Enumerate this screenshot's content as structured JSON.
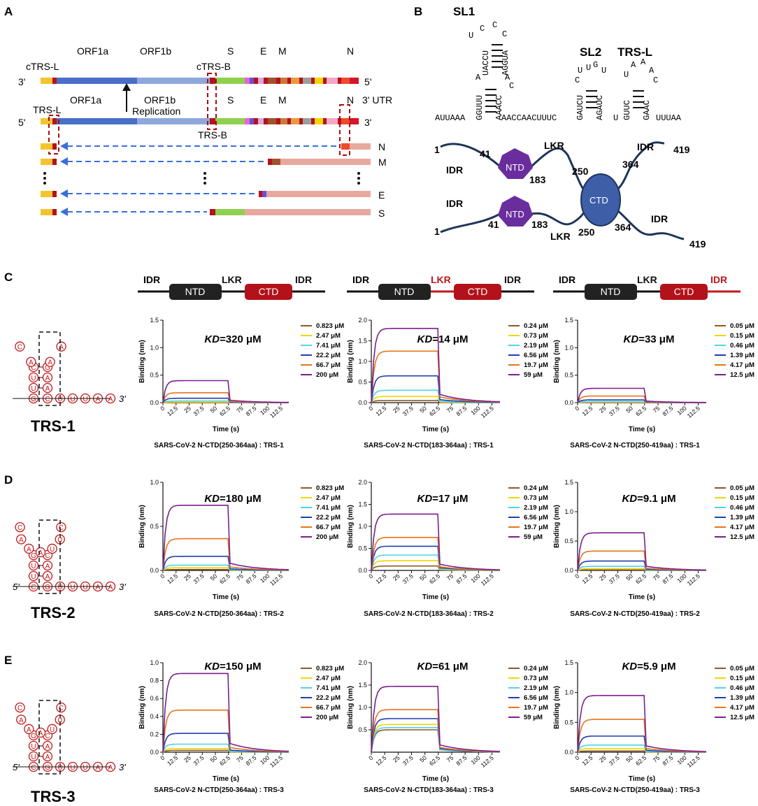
{
  "panels": {
    "A": {
      "label": "A",
      "genome_top": {
        "left_end": "3'",
        "right_end": "5'",
        "ctrs_l": "cTRS-L",
        "ctrs_b": "cTRS-B",
        "orf1a": "ORF1a",
        "orf1b": "ORF1b",
        "S": "S",
        "E": "E",
        "M": "M",
        "N": "N"
      },
      "genome_bottom": {
        "left_end": "5'",
        "right_end": "3'",
        "trs_l": "TRS-L",
        "trs_b": "TRS-B",
        "orf1a": "ORF1a",
        "orf1b": "ORF1b",
        "replication": "Replication",
        "S": "S",
        "E": "E",
        "M": "M",
        "N": "N",
        "utr": "3' UTR"
      },
      "subgenomic": [
        "N",
        "M",
        "E",
        "S"
      ],
      "colors": {
        "yellow": "#f4c430",
        "red": "#b5121b",
        "blue_dark": "#4a6fc8",
        "blue_light": "#8ea8dd",
        "green": "#8fd14f",
        "pink": "#f0a7a0",
        "salmon": "#e8a8a0",
        "dash": "#3b6fd6"
      }
    },
    "B": {
      "label": "B",
      "sl1": "SL1",
      "sl2": "SL2",
      "trsl": "TRS-L",
      "seq_base": "AUUAAA",
      "seq_mid": "AACCAACUUUC",
      "seq_end": "UUUAA",
      "sl1_stem_left": "GGUUU",
      "sl1_stem_right": "AAACC",
      "sl1_upper_left": "UACCU",
      "sl1_upper_right": "AGGUA",
      "sl1_bulge": "A",
      "sl1_bulge_right": "A",
      "sl1_bulge_right2": "C",
      "sl1_loop": [
        "U",
        "C",
        "C",
        "C"
      ],
      "sl2_left": "GAUCU",
      "sl2_right": "AGAUC",
      "sl2_loop": [
        "U",
        "U",
        "G",
        "U"
      ],
      "sl2_cl": "C",
      "trs_left": "GUUC",
      "trs_right": "GAAC",
      "trs_loop": [
        "U",
        "A",
        "A",
        "A",
        "C"
      ],
      "trs_mid_u": "U",
      "domain_top": {
        "n1": "1",
        "n41": "41",
        "lkr": "LKR",
        "n250": "250",
        "n364": "364",
        "idr1": "IDR",
        "n419": "419",
        "ntd": "NTD",
        "n183": "183",
        "idr_left": "IDR"
      },
      "domain_bottom": {
        "idr_left": "IDR",
        "ntd": "NTD",
        "cd": "CTD",
        "n1": "1",
        "n41": "41",
        "n183": "183",
        "lkr": "LKR",
        "n250": "250",
        "n364": "364",
        "idr_right": "IDR",
        "n419": "419"
      },
      "colors": {
        "ntd": "#6a2d9e",
        "ctd": "#3e5ea8",
        "line": "#1f3559"
      }
    },
    "C": {
      "label": "C",
      "trs_name": "TRS-1"
    },
    "D": {
      "label": "D",
      "trs_name": "TRS-2"
    },
    "E": {
      "label": "E",
      "trs_name": "TRS-3"
    },
    "constructs": [
      {
        "idr1": "IDR",
        "ntd": "NTD",
        "lkr": "LKR",
        "ctd": "CTD",
        "idr2": "IDR",
        "lkr_red": false,
        "idr2_red": false
      },
      {
        "idr1": "IDR",
        "ntd": "NTD",
        "lkr": "LKR",
        "ctd": "CTD",
        "idr2": "IDR",
        "lkr_red": true,
        "idr2_red": false
      },
      {
        "idr1": "IDR",
        "ntd": "NTD",
        "lkr": "LKR",
        "ctd": "CTD",
        "idr2": "IDR",
        "lkr_red": false,
        "idr2_red": true
      }
    ],
    "rna": {
      "trs1": {
        "loop": [
          "A",
          "A",
          "A",
          "C"
        ],
        "stem_left": [
          "G",
          "U",
          "U",
          "C"
        ],
        "stem_right": [
          "C",
          "A",
          "A",
          "G"
        ],
        "tail": [
          "U",
          "U",
          "U",
          "A",
          "A"
        ],
        "end": "3'"
      },
      "trs2": {
        "loop": [
          "U",
          "A",
          "A",
          "A",
          "C"
        ],
        "loop_left": [
          "C",
          "U"
        ],
        "stem_left": [
          "C",
          "U",
          "U",
          "G"
        ],
        "stem_right": [
          "G",
          "A",
          "A",
          "C"
        ],
        "tail": [
          "U",
          "U",
          "U",
          "A",
          "A"
        ],
        "start": "5'",
        "end": "3'"
      },
      "trs3": {
        "loop": [
          "U",
          "A",
          "A",
          "A",
          "C"
        ],
        "loop_left": [
          "C",
          "U"
        ],
        "stem_left": [
          "C",
          "U",
          "U",
          "G"
        ],
        "stem_right": [
          "G",
          "A",
          "A",
          "C"
        ],
        "tail": [
          "U",
          "U",
          "U",
          "A",
          "A"
        ],
        "start": "5'",
        "end": "3'"
      }
    }
  },
  "chart_data": [
    {
      "type": "line",
      "row": "C",
      "col": 0,
      "kd": "KD=320 μM",
      "kd_prefix": "KD",
      "kd_rest": "=320 μM",
      "xlabel": "Time (s)",
      "ylabel": "Binding (nm)",
      "xlim": [
        0,
        120
      ],
      "ylim": [
        0,
        1.5
      ],
      "yticks": [
        "0.0",
        "0.5",
        "1.0",
        "1.5"
      ],
      "xticks": [
        "0",
        "12.5",
        "25",
        "37.5",
        "50",
        "62.5",
        "75",
        "87.5",
        "100",
        "112.5"
      ],
      "caption": "SARS-CoV-2 N-CTD(250-364aa) : TRS-1",
      "series": [
        {
          "name": "0.823 μM",
          "plateau": 0.0
        },
        {
          "name": "2.47 μM",
          "plateau": 0.01
        },
        {
          "name": "7.41 μM",
          "plateau": 0.03
        },
        {
          "name": "22.2 μM",
          "plateau": 0.08
        },
        {
          "name": "66.7 μM",
          "plateau": 0.18
        },
        {
          "name": "200 μM",
          "plateau": 0.4
        }
      ]
    },
    {
      "type": "line",
      "row": "C",
      "col": 1,
      "kd": "KD=14 μM",
      "kd_prefix": "KD",
      "kd_rest": "=14 μM",
      "xlabel": "Time (s)",
      "ylabel": "Binding (nm)",
      "xlim": [
        0,
        120
      ],
      "ylim": [
        0,
        2.0
      ],
      "yticks": [
        "0.0",
        "0.5",
        "1.0",
        "1.5",
        "2.0"
      ],
      "xticks": [
        "0",
        "12.5",
        "25",
        "37.5",
        "50",
        "62.5",
        "75",
        "87.5",
        "100",
        "112.5"
      ],
      "caption": "SARS-CoV-2 N-CTD(183-364aa) : TRS-1",
      "series": [
        {
          "name": "0.24 μM",
          "plateau": 0.05
        },
        {
          "name": "0.73 μM",
          "plateau": 0.15
        },
        {
          "name": "2.19 μM",
          "plateau": 0.3
        },
        {
          "name": "6.56 μM",
          "plateau": 0.65
        },
        {
          "name": "19.7 μM",
          "plateau": 1.25
        },
        {
          "name": "59 μM",
          "plateau": 1.8
        }
      ]
    },
    {
      "type": "line",
      "row": "C",
      "col": 2,
      "kd": "KD=33 μM",
      "kd_prefix": "KD",
      "kd_rest": "=33 μM",
      "xlabel": "Time (s)",
      "ylabel": "Binding (nm)",
      "xlim": [
        0,
        120
      ],
      "ylim": [
        0,
        1.5
      ],
      "yticks": [
        "0.0",
        "0.5",
        "1.0",
        "1.5"
      ],
      "xticks": [
        "0",
        "12.5",
        "25",
        "37.5",
        "50",
        "62.5",
        "75",
        "87.5",
        "100",
        "112.5"
      ],
      "caption": "SARS-CoV-2 N-CTD(250-419aa) : TRS-1",
      "series": [
        {
          "name": "0.05 μM",
          "plateau": 0.0
        },
        {
          "name": "0.15 μM",
          "plateau": 0.01
        },
        {
          "name": "0.46 μM",
          "plateau": 0.02
        },
        {
          "name": "1.39 μM",
          "plateau": 0.05
        },
        {
          "name": "4.17 μM",
          "plateau": 0.12
        },
        {
          "name": "12.5 μM",
          "plateau": 0.26
        }
      ]
    },
    {
      "type": "line",
      "row": "D",
      "col": 0,
      "kd": "KD=180 μM",
      "kd_prefix": "KD",
      "kd_rest": "=180 μM",
      "xlabel": "Time (s)",
      "ylabel": "Binding (nm)",
      "xlim": [
        0,
        120
      ],
      "ylim": [
        0,
        1.0
      ],
      "yticks": [
        "0.0",
        "0.5",
        "1.0"
      ],
      "xticks": [
        "0",
        "12.5",
        "25",
        "37.5",
        "50",
        "62.5",
        "75",
        "87.5",
        "100",
        "112.5"
      ],
      "caption": "SARS-CoV-2 N-CTD(250-364aa) : TRS-2",
      "series": [
        {
          "name": "0.823 μM",
          "plateau": 0.01
        },
        {
          "name": "2.47 μM",
          "plateau": 0.03
        },
        {
          "name": "7.41 μM",
          "plateau": 0.06
        },
        {
          "name": "22.2 μM",
          "plateau": 0.16
        },
        {
          "name": "66.7 μM",
          "plateau": 0.36
        },
        {
          "name": "200 μM",
          "plateau": 0.74
        }
      ]
    },
    {
      "type": "line",
      "row": "D",
      "col": 1,
      "kd": "KD=17 μM",
      "kd_prefix": "KD",
      "kd_rest": "=17 μM",
      "xlabel": "Time (s)",
      "ylabel": "Binding (nm)",
      "xlim": [
        0,
        120
      ],
      "ylim": [
        0,
        2.0
      ],
      "yticks": [
        "0.0",
        "0.5",
        "1.0",
        "1.5",
        "2.0"
      ],
      "xticks": [
        "0",
        "12.5",
        "25",
        "37.5",
        "50",
        "62.5",
        "75",
        "87.5",
        "100",
        "112.5"
      ],
      "caption": "SARS-CoV-2 N-CTD(183-364aa) : TRS-2",
      "series": [
        {
          "name": "0.24 μM",
          "plateau": 0.1
        },
        {
          "name": "0.73 μM",
          "plateau": 0.22
        },
        {
          "name": "2.19 μM",
          "plateau": 0.35
        },
        {
          "name": "6.56 μM",
          "plateau": 0.55
        },
        {
          "name": "19.7 μM",
          "plateau": 0.75
        },
        {
          "name": "59 μM",
          "plateau": 1.28
        }
      ]
    },
    {
      "type": "line",
      "row": "D",
      "col": 2,
      "kd": "KD=9.1 μM",
      "kd_prefix": "KD",
      "kd_rest": "=9.1 μM",
      "xlabel": "Time (s)",
      "ylabel": "Binding (nm)",
      "xlim": [
        0,
        120
      ],
      "ylim": [
        0,
        1.5
      ],
      "yticks": [
        "0.0",
        "0.5",
        "1.0",
        "1.5"
      ],
      "xticks": [
        "0",
        "12.5",
        "25",
        "37.5",
        "50",
        "62.5",
        "75",
        "87.5",
        "100",
        "112.5"
      ],
      "caption": "SARS-CoV-2 N-CTD(250-419aa) : TRS-2",
      "series": [
        {
          "name": "0.05 μM",
          "plateau": 0.01
        },
        {
          "name": "0.15 μM",
          "plateau": 0.03
        },
        {
          "name": "0.46 μM",
          "plateau": 0.07
        },
        {
          "name": "1.39 μM",
          "plateau": 0.16
        },
        {
          "name": "4.17 μM",
          "plateau": 0.33
        },
        {
          "name": "12.5 μM",
          "plateau": 0.64
        }
      ]
    },
    {
      "type": "line",
      "row": "E",
      "col": 0,
      "kd": "KD=150 μM",
      "kd_prefix": "KD",
      "kd_rest": "=150 μM",
      "xlabel": "Time (s)",
      "ylabel": "Binding (nm)",
      "xlim": [
        0,
        120
      ],
      "ylim": [
        0,
        1.0
      ],
      "yticks": [
        "0.0",
        "0.2",
        "0.4",
        "0.6",
        "0.8",
        "1.0"
      ],
      "xticks": [
        "0",
        "12.5",
        "25",
        "37.5",
        "50",
        "62.5",
        "75",
        "87.5",
        "100",
        "112.5"
      ],
      "caption": "SARS-CoV-2 N-CTD(250-364aa) : TRS-3",
      "series": [
        {
          "name": "0.823 μM",
          "plateau": 0.02
        },
        {
          "name": "2.47 μM",
          "plateau": 0.04
        },
        {
          "name": "7.41 μM",
          "plateau": 0.09
        },
        {
          "name": "22.2 μM",
          "plateau": 0.21
        },
        {
          "name": "66.7 μM",
          "plateau": 0.47
        },
        {
          "name": "200 μM",
          "plateau": 0.88
        }
      ]
    },
    {
      "type": "line",
      "row": "E",
      "col": 1,
      "kd": "KD=61 μM",
      "kd_prefix": "KD",
      "kd_rest": "=61 μM",
      "xlabel": "Time (s)",
      "ylabel": "Binding (nm)",
      "xlim": [
        0,
        120
      ],
      "ylim": [
        0,
        2.0
      ],
      "yticks": [
        "0.5",
        "1.0",
        "1.5",
        "2.0"
      ],
      "xticks": [
        "0",
        "12.5",
        "25",
        "37.5",
        "50",
        "62.5",
        "75",
        "87.5",
        "100",
        "112.5"
      ],
      "caption": "SARS-CoV-2 N-CTD(183-364aa) : TRS-3",
      "series": [
        {
          "name": "0.24 μM",
          "plateau": 0.5
        },
        {
          "name": "0.73 μM",
          "plateau": 0.62
        },
        {
          "name": "2.19 μM",
          "plateau": 0.55
        },
        {
          "name": "6.56 μM",
          "plateau": 0.75
        },
        {
          "name": "19.7 μM",
          "plateau": 0.95
        },
        {
          "name": "59 μM",
          "plateau": 1.47
        }
      ]
    },
    {
      "type": "line",
      "row": "E",
      "col": 2,
      "kd": "KD=5.9 μM",
      "kd_prefix": "KD",
      "kd_rest": "=5.9 μM",
      "xlabel": "Time (s)",
      "ylabel": "Binding (nm)",
      "xlim": [
        0,
        120
      ],
      "ylim": [
        0,
        1.5
      ],
      "yticks": [
        "0.0",
        "0.5",
        "1.0",
        "1.5"
      ],
      "xticks": [
        "0",
        "12.5",
        "25",
        "37.5",
        "50",
        "62.5",
        "75",
        "87.5",
        "100",
        "112.5"
      ],
      "caption": "SARS-CoV-2 N-CTD(250-419aa) : TRS-3",
      "series": [
        {
          "name": "0.05 μM",
          "plateau": 0.02
        },
        {
          "name": "0.15 μM",
          "plateau": 0.06
        },
        {
          "name": "0.46 μM",
          "plateau": 0.12
        },
        {
          "name": "1.39 μM",
          "plateau": 0.27
        },
        {
          "name": "4.17 μM",
          "plateau": 0.55
        },
        {
          "name": "12.5 μM",
          "plateau": 0.95
        }
      ]
    }
  ],
  "series_colors": [
    "#8b5a2b",
    "#f2d600",
    "#4fd4e8",
    "#1f3fb0",
    "#e8741a",
    "#7a1f8e"
  ]
}
